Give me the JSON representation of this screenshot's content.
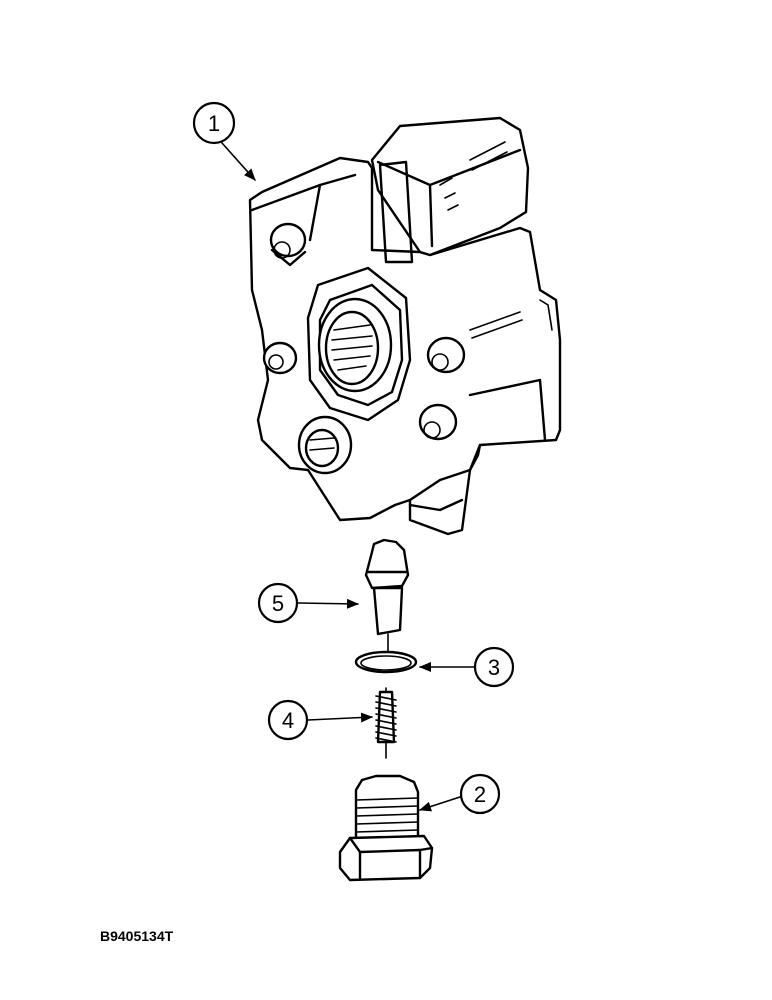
{
  "figure": {
    "id": "B9405134T",
    "callouts": [
      {
        "number": "1",
        "part": "valve-housing"
      },
      {
        "number": "2",
        "part": "plug"
      },
      {
        "number": "3",
        "part": "o-ring"
      },
      {
        "number": "4",
        "part": "spring"
      },
      {
        "number": "5",
        "part": "relief-valve-poppet"
      }
    ]
  }
}
